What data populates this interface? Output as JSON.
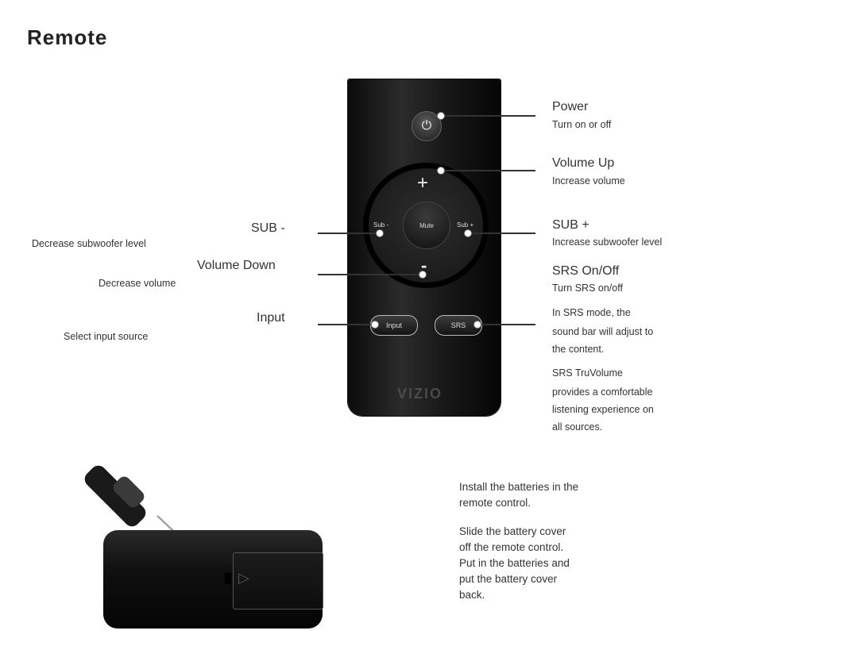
{
  "page": {
    "title": "Remote"
  },
  "remote": {
    "power_glyph": "⏻",
    "plus_glyph": "+",
    "minus_glyph": "-",
    "mute_label": "Mute",
    "sub_minus_label": "Sub -",
    "sub_plus_label": "Sub +",
    "input_label": "Input",
    "srs_label": "SRS",
    "logo_text": "VIZIO"
  },
  "callouts": {
    "power": {
      "label": "Power",
      "desc": "Turn on or off"
    },
    "volume_up": {
      "label": "Volume Up",
      "desc": "Increase volume"
    },
    "sub_minus": {
      "label": "SUB -",
      "desc": "Decrease subwoofer level"
    },
    "sub_plus": {
      "label": "SUB +",
      "desc": "Increase subwoofer level"
    },
    "volume_down": {
      "label": "Volume Down",
      "desc": "Decrease volume"
    },
    "srs": {
      "label": "SRS On/Off",
      "desc": "Turn SRS on/off"
    },
    "input": {
      "label": "Input",
      "desc": "Select input source"
    }
  },
  "srs_notes": {
    "line1": "In SRS mode, the",
    "line2": "sound bar will adjust to",
    "line3": "the content.",
    "line4": "SRS TruVolume",
    "line5": "provides a comfortable",
    "line6": "listening experience on",
    "line7": "all sources."
  },
  "battery_notes": {
    "p1": "Install the batteries in the\nremote control.",
    "p2": "Slide the battery cover\noff the remote control.\nPut in the batteries and\nput the battery cover\nback."
  },
  "colors": {
    "remote_body": "#1a1a1a",
    "leader_line": "#333333"
  }
}
